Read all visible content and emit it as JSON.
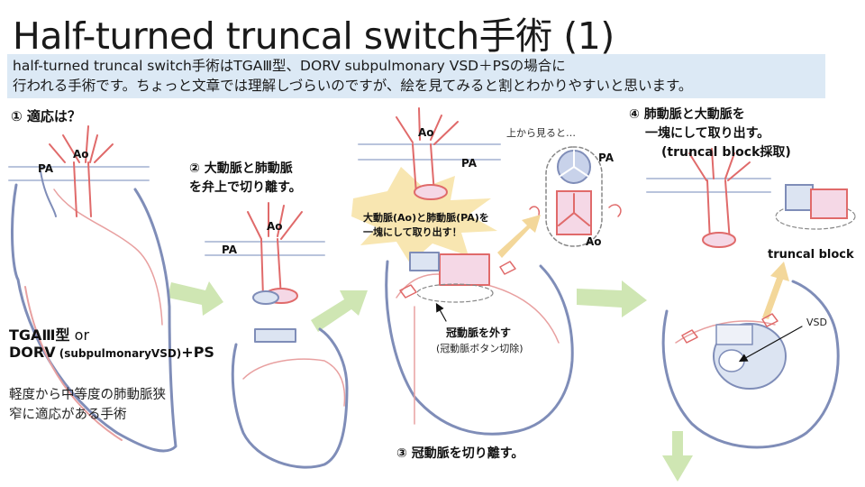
{
  "title": "Half-turned truncal switch手術 (1)",
  "intro": {
    "line1": "half-turned truncal switch手術はTGAⅢ型、DORV subpulmonary VSD＋PSの場合に",
    "line2": "行われる手術です。ちょっと文章では理解しづらいのですが、絵を見てみると割とわかりやすいと思います。"
  },
  "step1": {
    "heading": "① 適応は？",
    "ao": "Ao",
    "pa": "PA",
    "indication_1": "TGAⅢ型",
    "indication_1b": " or",
    "indication_2a": "DORV",
    "indication_2b": " (subpulmonaryVSD)",
    "indication_2c": "+PS",
    "note_1": "軽度から中等度の肺動脈狭",
    "note_2": "窄に適応がある手術"
  },
  "step2": {
    "heading_1": "② 大動脈と肺動脈",
    "heading_2": "を弁上で切り離す。",
    "ao": "Ao",
    "pa": "PA"
  },
  "step3": {
    "ao": "Ao",
    "pa": "PA",
    "callout_1": "大動脈(Ao)と肺動脈(PA)を",
    "callout_2": "一塊にして取り出す！",
    "topview_label": "上から見ると…",
    "topview_pa": "PA",
    "topview_ao": "Ao",
    "coronary_1": "冠動脈を外す",
    "coronary_2": "(冠動脈ボタン切除)",
    "heading": "③ 冠動脈を切り離す。"
  },
  "step4": {
    "heading_1": "④ 肺動脈と大動脈を",
    "heading_2": "一塊にして取り出す。",
    "heading_3": "(truncal block採取)",
    "block_label": "truncal block",
    "vsd": "VSD"
  },
  "colors": {
    "aorta": "#e06a6a",
    "aorta_fill": "#f5d8e6",
    "vessel_blue": "#7f8db8",
    "vessel_light": "#b9c4dc",
    "arrow_green": "#cfe6b3",
    "arrow_yellow": "#f3d79a",
    "intro_bg": "#dce9f5"
  }
}
